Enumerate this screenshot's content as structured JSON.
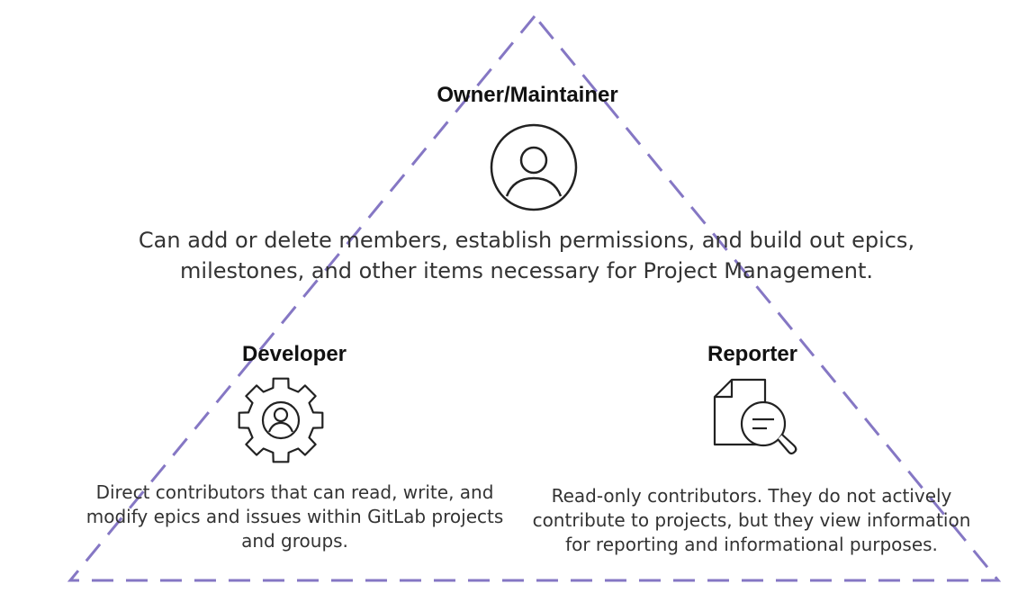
{
  "colors": {
    "triangle_outline": "#8577c4",
    "title_text": "#111111",
    "body_text": "#333333",
    "icon_stroke": "#222222"
  },
  "roles": {
    "owner": {
      "title": "Owner/Maintainer",
      "icon": "user-circle-icon",
      "description": "Can add or delete members, establish permissions, and build out epics, milestones, and other items necessary for Project Management."
    },
    "developer": {
      "title": "Developer",
      "icon": "gear-user-icon",
      "description": "Direct contributors that can read, write, and modify epics and issues within GitLab projects and groups."
    },
    "reporter": {
      "title": "Reporter",
      "icon": "document-magnifier-icon",
      "description": "Read-only contributors. They do not actively contribute to projects, but they view information for reporting and informational purposes."
    }
  }
}
